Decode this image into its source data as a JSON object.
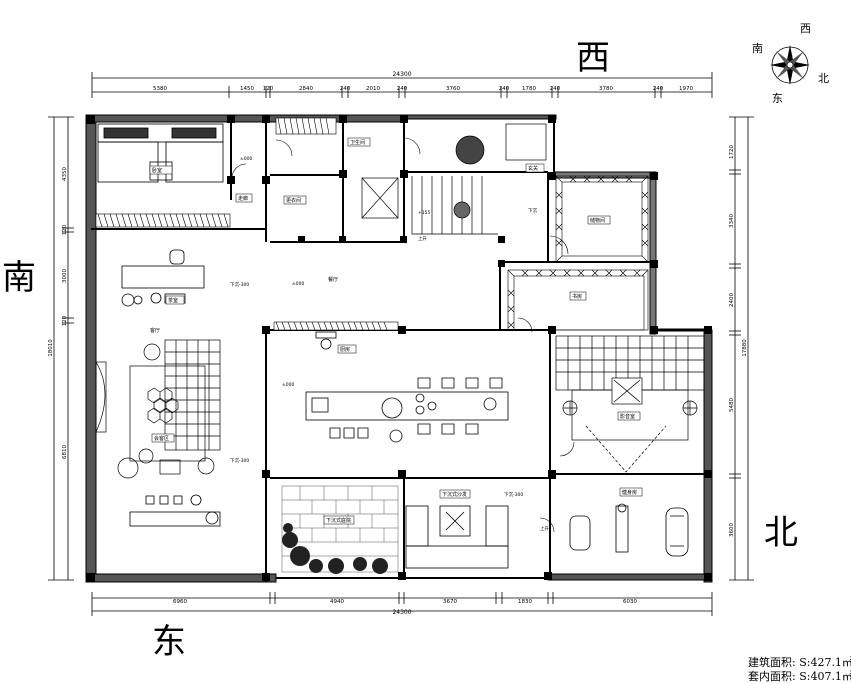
{
  "directions": {
    "west": "西",
    "south": "南",
    "north": "北",
    "east": "东"
  },
  "compass": {
    "west": "西",
    "south": "南",
    "north": "北",
    "east": "东"
  },
  "dims": {
    "top_total": "24300",
    "top": [
      "5380",
      "1450",
      "120",
      "2840",
      "240",
      "2010",
      "240",
      "3760",
      "240",
      "1780",
      "240",
      "3780",
      "240",
      "1970"
    ],
    "bottom_total": "24300",
    "bottom": [
      "6960",
      "4940",
      "3670",
      "1830",
      "6030"
    ],
    "left_total": "18010",
    "left": [
      "4350",
      "120",
      "3000",
      "120",
      "6810"
    ],
    "right_total": "17880",
    "right": [
      "1720",
      "3340",
      "2400",
      "5480",
      "3600"
    ]
  },
  "rooms": {
    "r1": "卧室",
    "r2": "更衣间",
    "r3": "卫生间",
    "r4": "走廊",
    "r5": "餐厅",
    "r6": "客厅",
    "r7": "茶室",
    "r8": "厨房",
    "r9": "下沉式庭院",
    "r10": "下沉式沙发",
    "r11": "健身房",
    "r12": "影音室",
    "r13": "会客区",
    "r14": "书房",
    "r15": "储物间",
    "r16": "玄关"
  },
  "labels": {
    "elev_a": "±000",
    "elev_b": "±000",
    "elev_c": "下沉-300",
    "elev_d": "下沉-300",
    "elev_e": "下沉-300",
    "elev_f": "±000",
    "elev_g": "上升",
    "elev_h": "+155",
    "elev_i": "下沉",
    "elev_j": "上升"
  },
  "area": {
    "line1": "建筑面积: S:427.1㎡",
    "line2": "套内面积: S:407.1㎡"
  }
}
